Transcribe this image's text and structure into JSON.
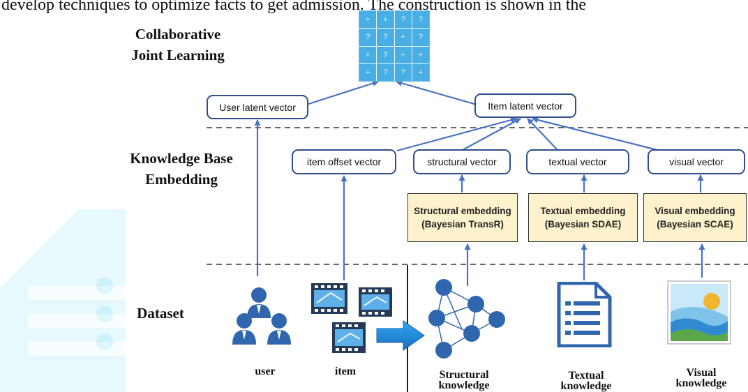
{
  "top_text": "develop techniques to optimize facts to get admission. The construction is shown in the",
  "sections": {
    "cjl_line1": "Collaborative",
    "cjl_line2": "Joint Learning",
    "kbe_line1": "Knowledge Base",
    "kbe_line2": "Embedding",
    "dataset": "Dataset"
  },
  "matrix": [
    "+",
    "+",
    "?",
    "?",
    "?",
    "?",
    "+",
    "?",
    "+",
    "?",
    "+",
    "+",
    "+",
    "?",
    "?",
    "+"
  ],
  "vectors": {
    "user_latent": "User latent vector",
    "item_latent": "Item latent vector",
    "item_offset": "item offset vector",
    "structural": "structural vector",
    "textual": "textual vector",
    "visual": "visual vector"
  },
  "embeddings": {
    "structural": {
      "line1": "Structural embedding",
      "line2": "(Bayesian TransR)"
    },
    "textual": {
      "line1": "Textual embedding",
      "line2": "(Bayesian SDAE)"
    },
    "visual": {
      "line1": "Visual embedding",
      "line2": "(Bayesian SCAE)"
    }
  },
  "labels": {
    "user": "user",
    "item": "item",
    "structural": {
      "line1": "Structural",
      "line2": "knowledge"
    },
    "textual": {
      "line1": "Textual",
      "line2": "knowledge"
    },
    "visual": {
      "line1": "Visual",
      "line2": "knowledge"
    }
  },
  "colors": {
    "arrow": "#4a72c4",
    "box_border": "#2f4e8a",
    "embedding_fill": "#fdf2cc",
    "matrix_cell": "#49aee3",
    "icon_blue": "#2f66ad",
    "watermark": "#19c8f0"
  }
}
